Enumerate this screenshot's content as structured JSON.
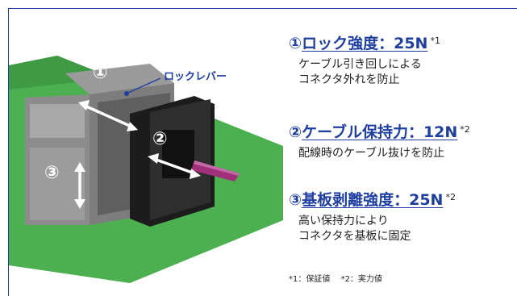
{
  "callout": {
    "lock_lever": "ロックレバー"
  },
  "markers": {
    "m1": "①",
    "m2": "②",
    "m3": "③"
  },
  "features": [
    {
      "number": "①",
      "label": "ロック強度：25N",
      "note": "*1",
      "lines": [
        "ケーブル引き回しによる",
        "コネクタ外れを防止"
      ]
    },
    {
      "number": "②",
      "label": "ケーブル保持力：12N",
      "note": "*2",
      "lines": [
        "配線時のケーブル抜けを防止"
      ]
    },
    {
      "number": "③",
      "label": "基板剥離強度：25N",
      "note": "*2",
      "lines": [
        "高い保持力により",
        "コネクタを基板に固定"
      ]
    }
  ],
  "footnotes": [
    "*1：保証値",
    "*2：実力値"
  ],
  "colors": {
    "accent": "#1f3fa0",
    "board": "#4caf50",
    "cable": "#a0307a"
  }
}
